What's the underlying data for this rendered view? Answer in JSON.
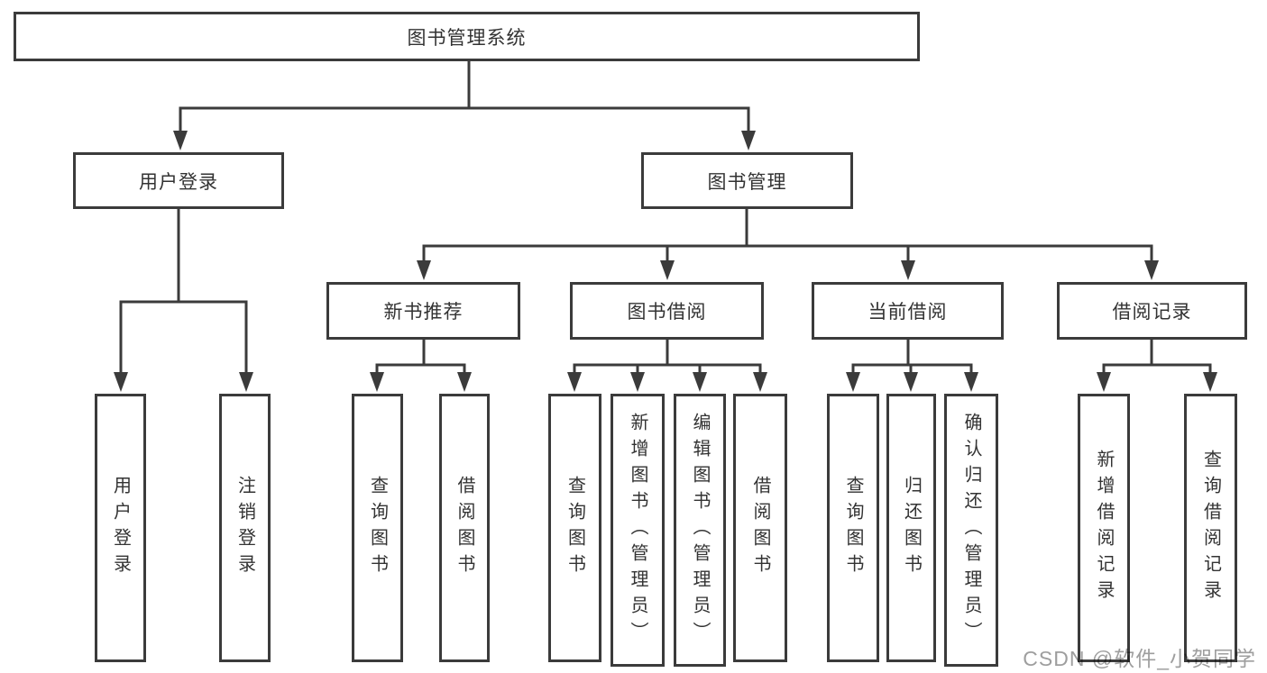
{
  "diagram": {
    "title": "图书管理系统",
    "tree": {
      "root": {
        "label": "图书管理系统",
        "children": [
          {
            "label": "用户登录",
            "children": [
              {
                "label": "用户登录"
              },
              {
                "label": "注销登录"
              }
            ]
          },
          {
            "label": "图书管理",
            "children": [
              {
                "label": "新书推荐",
                "children": [
                  {
                    "label": "查询图书"
                  },
                  {
                    "label": "借阅图书"
                  }
                ]
              },
              {
                "label": "图书借阅",
                "children": [
                  {
                    "label": "查询图书"
                  },
                  {
                    "label": "新增图书（管理员）"
                  },
                  {
                    "label": "编辑图书（管理员）"
                  },
                  {
                    "label": "借阅图书"
                  }
                ]
              },
              {
                "label": "当前借阅",
                "children": [
                  {
                    "label": "查询图书"
                  },
                  {
                    "label": "归还图书"
                  },
                  {
                    "label": "确认归还（管理员）"
                  }
                ]
              },
              {
                "label": "借阅记录",
                "children": [
                  {
                    "label": "新增借阅记录"
                  },
                  {
                    "label": "查询借阅记录"
                  }
                ]
              }
            ]
          }
        ]
      }
    },
    "colors": {
      "line": "#3b3b3b",
      "box_border": "#3b3b3b",
      "text": "#333333",
      "background": "#ffffff",
      "watermark": "#9e9e9e"
    }
  },
  "watermark": "CSDN @软件_小贺同学"
}
